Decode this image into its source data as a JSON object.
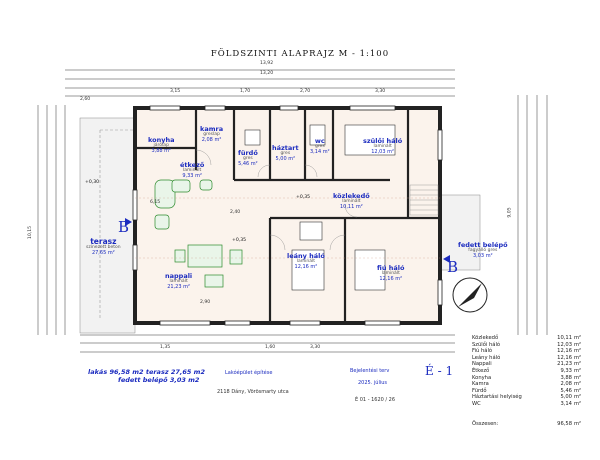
{
  "title": "FÖLDSZINTI ALAPRAJZ   M - 1:100",
  "rooms": {
    "konyha": {
      "name": "konyha",
      "floor": "járólap",
      "area": "3,88 m²"
    },
    "kamra": {
      "name": "kamra",
      "floor": "greslap",
      "area": "2,08 m²"
    },
    "furdo": {
      "name": "fürdő",
      "floor": "gres",
      "area": "5,46 m²"
    },
    "haztart": {
      "name": "háztart",
      "floor": "gres",
      "area": "5,00 m²"
    },
    "wc": {
      "name": "wc",
      "floor": "gres",
      "area": "3,14 m²"
    },
    "szuloi": {
      "name": "szülői háló",
      "floor": "laminált",
      "area": "12,03 m²"
    },
    "etkezo": {
      "name": "étkező",
      "floor": "laminált",
      "area": "9,33 m²"
    },
    "kozlekedo": {
      "name": "közlekedő",
      "floor": "laminált",
      "area": "10,11 m²"
    },
    "nappali": {
      "name": "nappali",
      "floor": "laminált",
      "area": "21,23 m²"
    },
    "leany": {
      "name": "leány háló",
      "floor": "laminált",
      "area": "12,16 m²"
    },
    "fiu": {
      "name": "fiú háló",
      "floor": "laminált",
      "area": "12,16 m²"
    },
    "terasz": {
      "name": "terasz",
      "floor": "színezett beton",
      "area": "27,65 m²"
    },
    "fedett": {
      "name": "fedett belépő",
      "floor": "fagyálló gres",
      "area": "3,03 m²"
    }
  },
  "summary": {
    "line1": "lakás  96,58 m2  terasz  27,65 m2",
    "line2": "fedett belépő  3,03 m2"
  },
  "stamp": {
    "project": "Lakóépület építése",
    "address": "2118 Dány, Vörösmarty utca",
    "plan_type": "Bejelentési terv",
    "date": "2025. július",
    "sheet": "É 01 - 1620 / 26"
  },
  "markers": {
    "b_left": "B",
    "b_right": "B",
    "e1": "É - 1"
  },
  "area_table": {
    "rows": [
      {
        "name": "Közlekedő",
        "value": "10,11",
        "unit": "m²"
      },
      {
        "name": "Szülői háló",
        "value": "12,03",
        "unit": "m²"
      },
      {
        "name": "Fiú háló",
        "value": "12,16",
        "unit": "m²"
      },
      {
        "name": "Leány háló",
        "value": "12,16",
        "unit": "m²"
      },
      {
        "name": "Nappali",
        "value": "21,23",
        "unit": "m²"
      },
      {
        "name": "Étkező",
        "value": "9,33",
        "unit": "m²"
      },
      {
        "name": "Konyha",
        "value": "3,88",
        "unit": "m²"
      },
      {
        "name": "Kamra",
        "value": "2,08",
        "unit": "m²"
      },
      {
        "name": "Fürdő",
        "value": "5,46",
        "unit": "m²"
      },
      {
        "name": "Háztartási helyiség",
        "value": "5,00",
        "unit": "m²"
      },
      {
        "name": "WC",
        "value": "3,14",
        "unit": "m²"
      }
    ],
    "total_label": "Összesen:",
    "total_value": "96,58",
    "total_unit": "m²"
  },
  "dims": {
    "top_total": "13,20",
    "top_overall": "13,92",
    "left_total": "10,15",
    "level_1": "+0,30",
    "level_2": "+0,35",
    "d1": "2,60",
    "d2": "1,60",
    "d3": "3,15",
    "d4": "3,30",
    "d5": "1,70",
    "d6": "2,70",
    "d7": "2,40",
    "d8": "6,15",
    "d9": "2,90",
    "d10": "9,05",
    "d11": "1,35"
  }
}
